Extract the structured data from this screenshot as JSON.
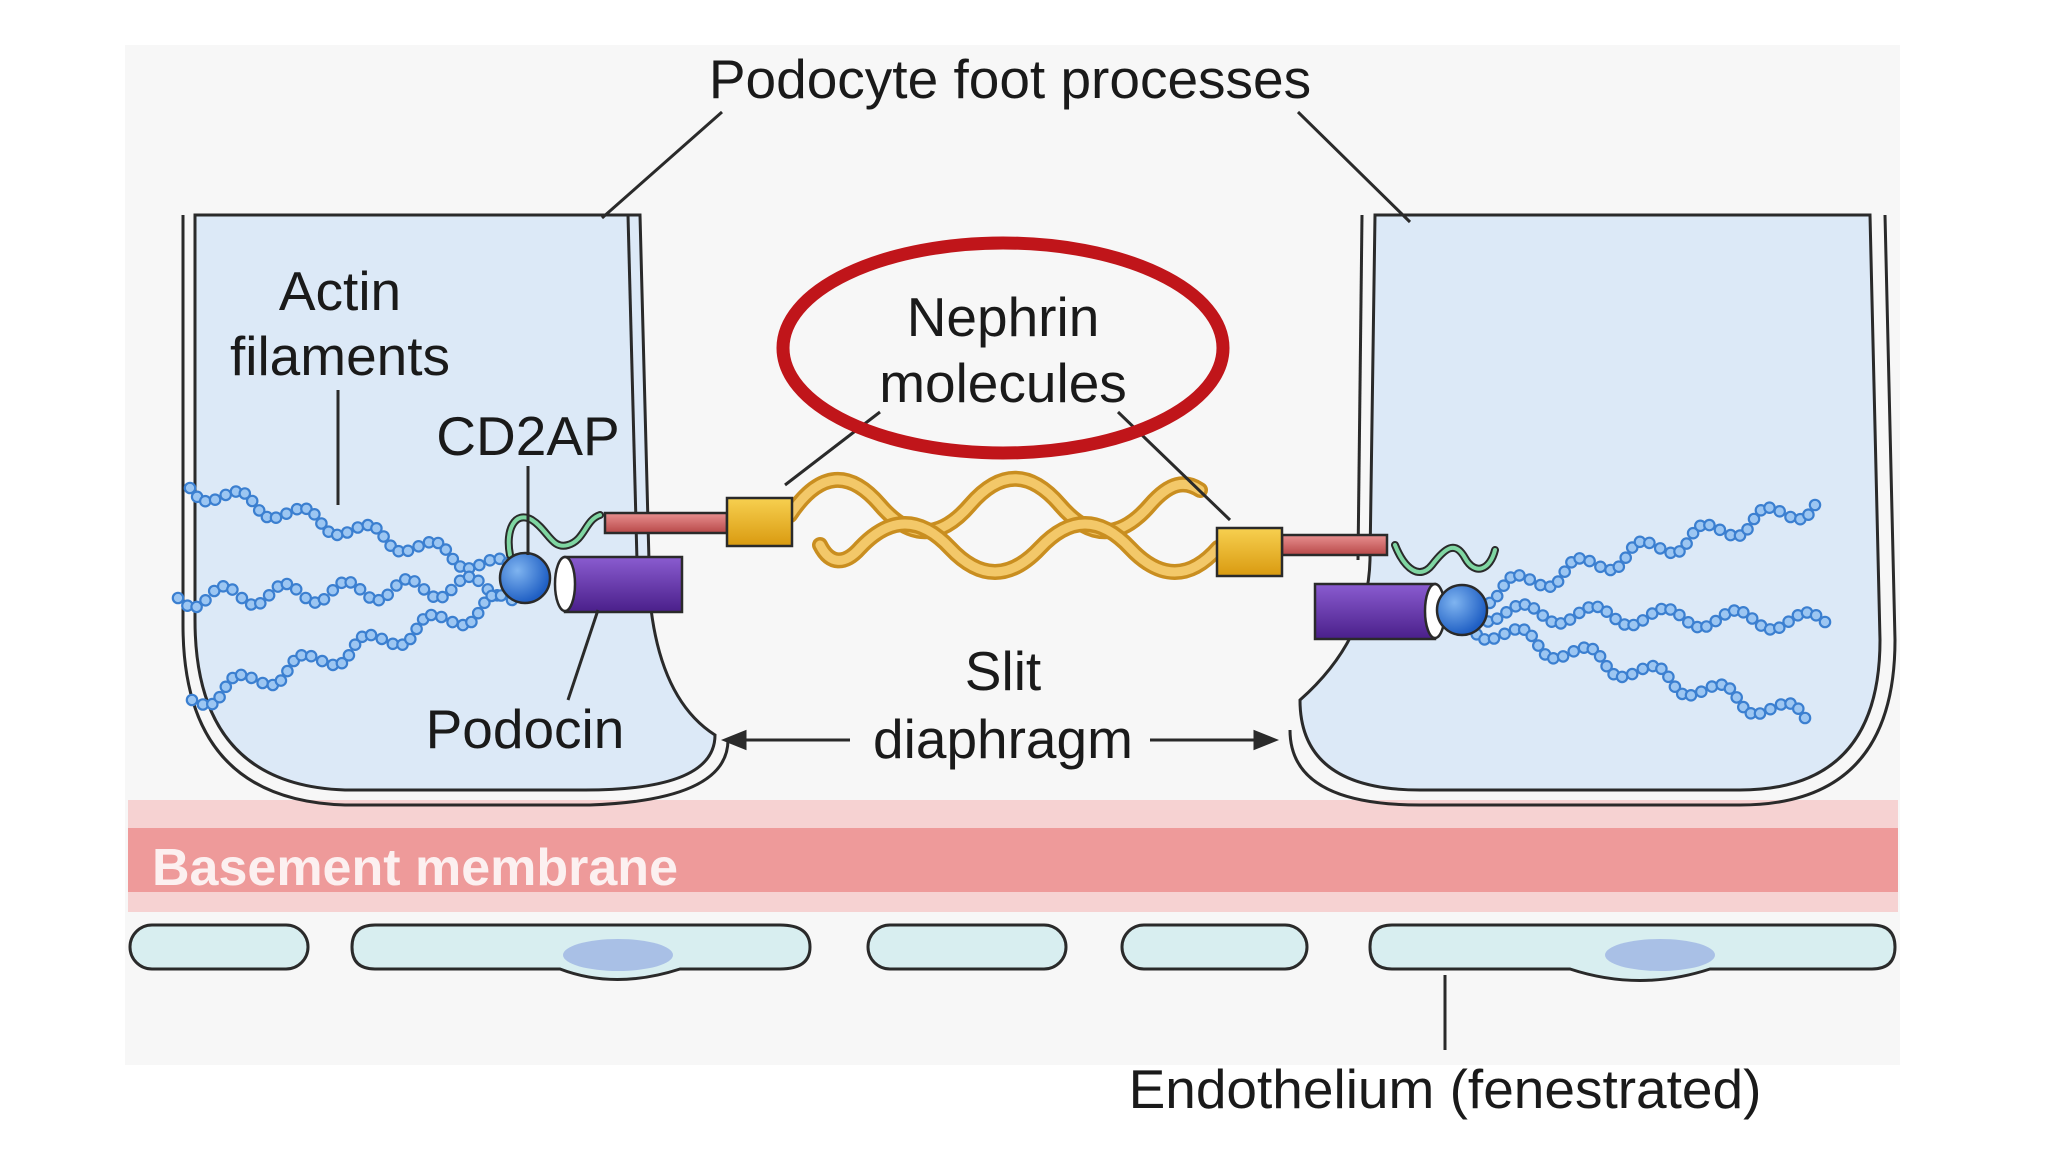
{
  "labels": {
    "title": "Podocyte foot processes",
    "actin_1": "Actin",
    "actin_2": "filaments",
    "cd2ap": "CD2AP",
    "podocin": "Podocin",
    "nephrin_1": "Nephrin",
    "nephrin_2": "molecules",
    "slit_1": "Slit",
    "slit_2": "diaphragm",
    "basement": "Basement membrane",
    "endothelium": "Endothelium (fenestrated)"
  },
  "colors": {
    "foot_process_fill": "#dce9f7",
    "actin_bead": "#3b7fd0",
    "basement_membrane": "#ee9a9a",
    "nephrin_strand": "#e8b04a",
    "nephrin_box": "#f0b51c",
    "rod": "#d46a6a",
    "podocin": "#6a3aa8",
    "cd2ap_ball": "#1f64c8",
    "highlight_ellipse": "#c0151a"
  }
}
